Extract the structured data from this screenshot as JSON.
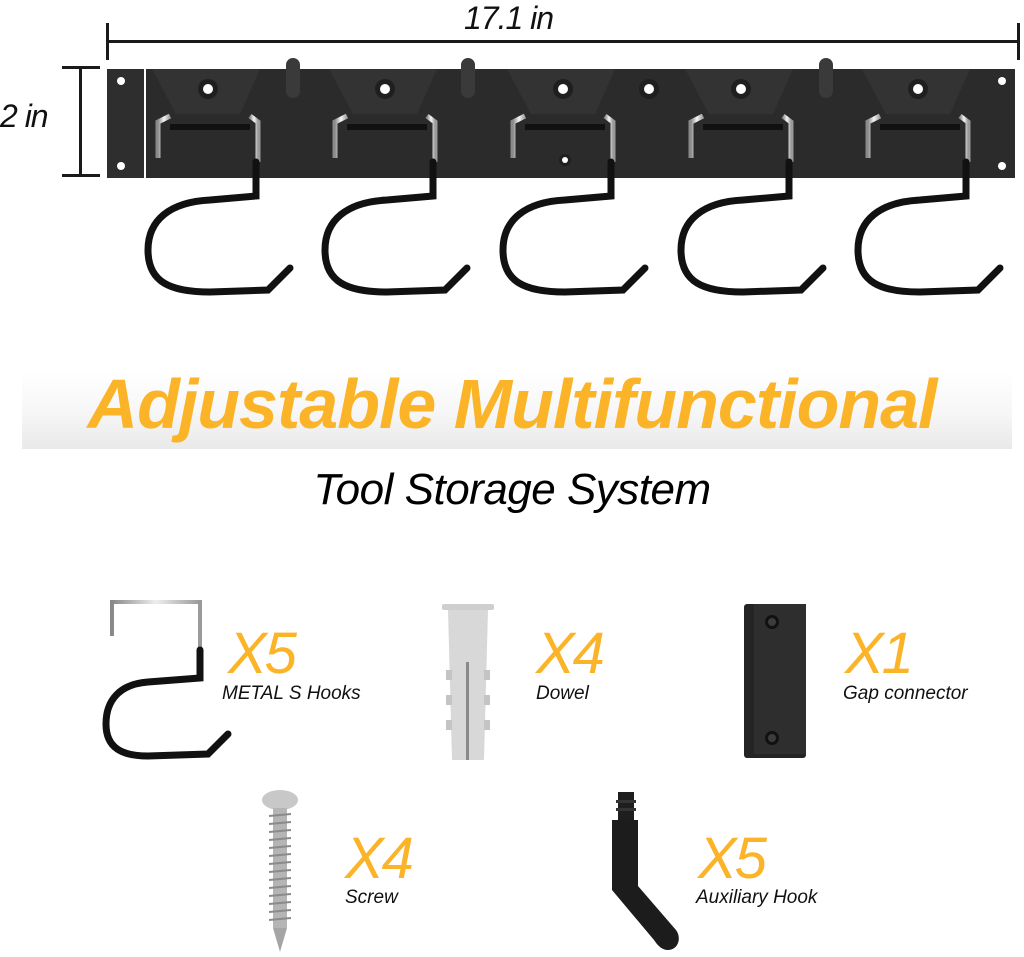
{
  "dimensions": {
    "width_label": "17.1 in",
    "height_label": "2 in"
  },
  "product": {
    "rail_color": "#2b2b2b",
    "hook_count_on_rail": 5,
    "peg_count_on_rail": 3
  },
  "headline": {
    "title": "Adjustable Multifunctional",
    "subtitle": "Tool Storage System",
    "accent_color": "#fbb328"
  },
  "parts": [
    {
      "quantity": "X5",
      "label": "METAL S Hooks",
      "icon": "s-hook-icon"
    },
    {
      "quantity": "X4",
      "label": "Dowel",
      "icon": "wall-anchor-icon"
    },
    {
      "quantity": "X1",
      "label": "Gap connector",
      "icon": "gap-connector-icon"
    },
    {
      "quantity": "X4",
      "label": "Screw",
      "icon": "screw-icon"
    },
    {
      "quantity": "X5",
      "label": "Auxiliary Hook",
      "icon": "auxiliary-hook-icon"
    }
  ]
}
